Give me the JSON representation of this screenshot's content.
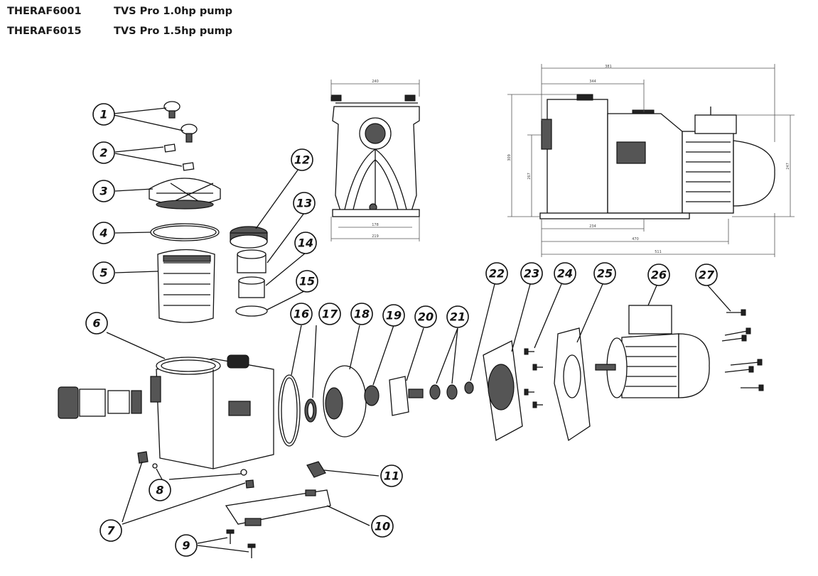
{
  "products": [
    {
      "code": "THERAF6001",
      "name": "TVS Pro 1.0hp pump"
    },
    {
      "code": "THERAF6015",
      "name": "TVS Pro 1.5hp pump"
    }
  ],
  "callouts": [
    "1",
    "2",
    "3",
    "4",
    "5",
    "6",
    "7",
    "8",
    "9",
    "10",
    "11",
    "12",
    "13",
    "14",
    "15",
    "16",
    "17",
    "18",
    "19",
    "20",
    "21",
    "22",
    "23",
    "24",
    "25",
    "26",
    "27"
  ],
  "dimensions": {
    "front_top": "240",
    "front_base_inner": "178",
    "front_base_outer": "219",
    "side_top_overall": "381",
    "side_top_inner": "344",
    "side_left_height": "309",
    "side_left_inner": "267",
    "side_right_height": "247",
    "side_bottom_inner": "234",
    "side_bottom_mid": "470",
    "side_bottom_overall": "511"
  },
  "colors": {
    "line": "#111111",
    "background": "#ffffff"
  }
}
